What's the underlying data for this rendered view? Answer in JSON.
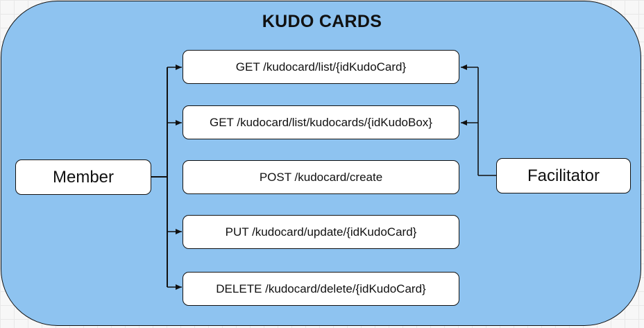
{
  "diagram": {
    "title": "KUDO CARDS",
    "actors": {
      "member": "Member",
      "facilitator": "Facilitator"
    },
    "endpoints": [
      {
        "label": "GET /kudocard/list/{idKudoCard}"
      },
      {
        "label": "GET /kudocard/list/kudocards/{idKudoBox}"
      },
      {
        "label": "POST /kudocard/create"
      },
      {
        "label": "PUT /kudocard/update/{idKudoCard}"
      },
      {
        "label": "DELETE /kudocard/delete/{idKudoCard}"
      }
    ],
    "connections": [
      {
        "from": "member",
        "to": 0
      },
      {
        "from": "member",
        "to": 1
      },
      {
        "from": "member",
        "to": 3
      },
      {
        "from": "member",
        "to": 4
      },
      {
        "from": "facilitator",
        "to": 0
      },
      {
        "from": "facilitator",
        "to": 1
      }
    ],
    "colors": {
      "container_fill": "#8ec3f0",
      "box_fill": "#ffffff",
      "stroke": "#111111"
    }
  }
}
